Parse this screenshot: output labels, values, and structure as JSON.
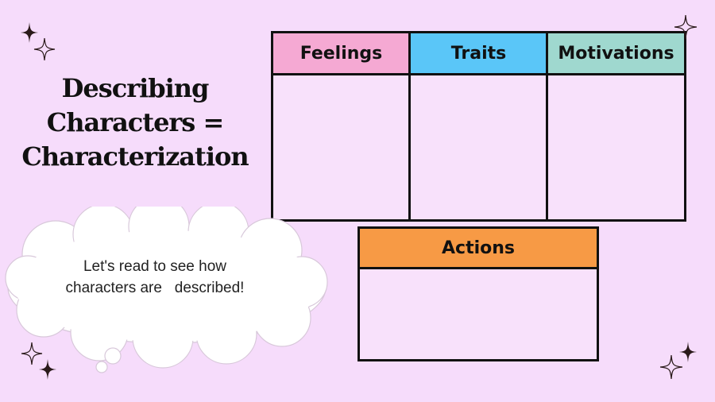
{
  "title_lines": [
    "Describing",
    "Characters =",
    "Characterization"
  ],
  "table_top": {
    "columns": [
      {
        "label": "Feelings",
        "color": "#f5a9d3"
      },
      {
        "label": "Traits",
        "color": "#5ac6f8"
      },
      {
        "label": "Motivations",
        "color": "#9fd8cf"
      }
    ]
  },
  "table_bottom": {
    "label": "Actions",
    "color": "#f79a45"
  },
  "cloud_text": "Let's read to see how\ncharacters are   described!",
  "icons": [
    "sparkle-icon"
  ]
}
